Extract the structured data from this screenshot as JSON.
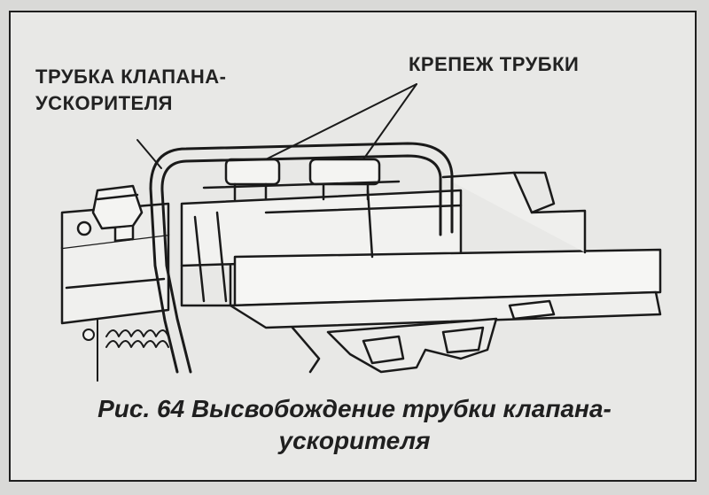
{
  "labels": {
    "tube_line1": "ТРУБКА КЛАПАНА-",
    "tube_line2": "УСКОРИТЕЛЯ",
    "fastener": "КРЕПЕЖ ТРУБКИ"
  },
  "caption": {
    "line1": "Рис. 64 Высвобождение трубки клапана-",
    "line2": "ускорителя"
  }
}
